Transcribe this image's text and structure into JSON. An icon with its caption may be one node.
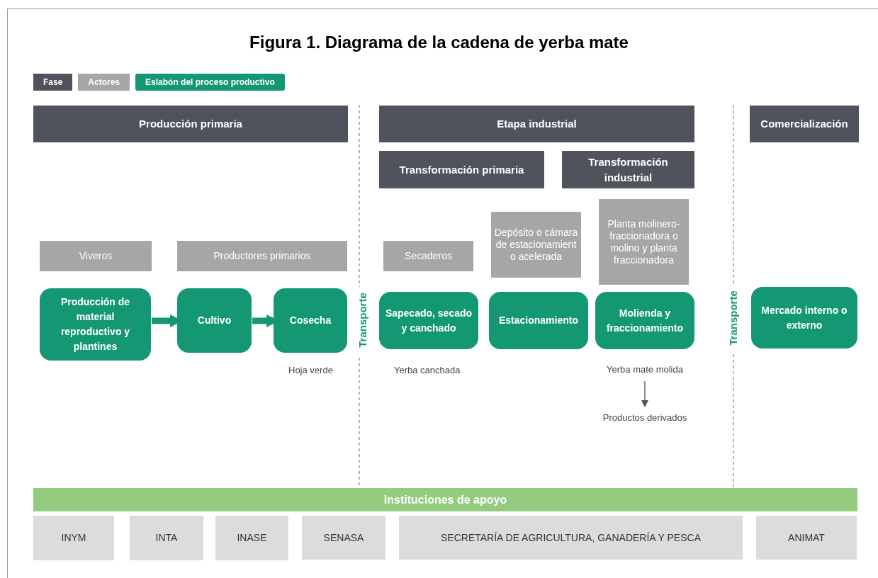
{
  "diagram": {
    "title": "Figura 1. Diagrama de la cadena de yerba mate",
    "nodes": [
      {
        "text": [
          "Producción primaria"
        ]
      },
      {
        "text": [
          "Etapa industrial"
        ]
      },
      {
        "text": [
          "Transformación primaria"
        ]
      },
      {
        "text": [
          "Transformación industrial"
        ]
      },
      {
        "text": [
          "Comercialización"
        ]
      },
      {
        "text": [
          "Viveros"
        ]
      },
      {
        "text": [
          "Productores primarios"
        ]
      },
      {
        "text": [
          "Secaderos"
        ]
      },
      {
        "text": [
          "Depósito o cámara de estacionamient o acelerada"
        ]
      },
      {
        "text": [
          "Planta molinero-fraccionadora o molino y planta fraccionadora"
        ]
      },
      {
        "text": [
          "Producción de material reproductivo y plantines"
        ]
      },
      {
        "text": [
          "Cultivo"
        ]
      },
      {
        "text": [
          "Cosecha"
        ],
        "beside": [
          "Hoja verde"
        ]
      },
      {
        "text": [
          "Sapecado, secado y canchado"
        ],
        "beside": [
          "Yerba canchada"
        ]
      },
      {
        "text": [
          "Estacionamiento"
        ]
      },
      {
        "text": [
          "Molienda y fraccionamiento"
        ]
      },
      {
        "text": [
          "Yerba mate molida"
        ]
      },
      {
        "text": [
          "Productos derivados"
        ]
      },
      {
        "text": [
          "Mercado interno o externo"
        ]
      },
      {
        "text": [
          "Instituciones de apoyo"
        ]
      },
      {
        "text": [
          "INYM"
        ]
      },
      {
        "text": [
          "INTA"
        ]
      },
      {
        "text": [
          "INASE"
        ]
      },
      {
        "text": [
          "SENASA"
        ]
      },
      {
        "text": [
          "SECRETARÍA DE AGRICULTURA, GANADERÍA Y PESCA"
        ]
      },
      {
        "text": [
          "ANIMAT"
        ]
      }
    ],
    "edges": [
      {
        "from": 10,
        "to": 11,
        "arrow": "to"
      },
      {
        "from": 11,
        "to": 12,
        "arrow": "to"
      },
      {
        "from": 16,
        "to": 17,
        "arrow": "to",
        "color": "#50535c"
      }
    ],
    "labels": [
      "Transporte",
      "Transporte"
    ],
    "legend": [
      {
        "text": "Fase",
        "color": "#50535c"
      },
      {
        "text": "Actores",
        "color": "#a6a6a6"
      },
      {
        "text": "Eslabón del proceso productivo",
        "color": "#139873"
      }
    ]
  }
}
